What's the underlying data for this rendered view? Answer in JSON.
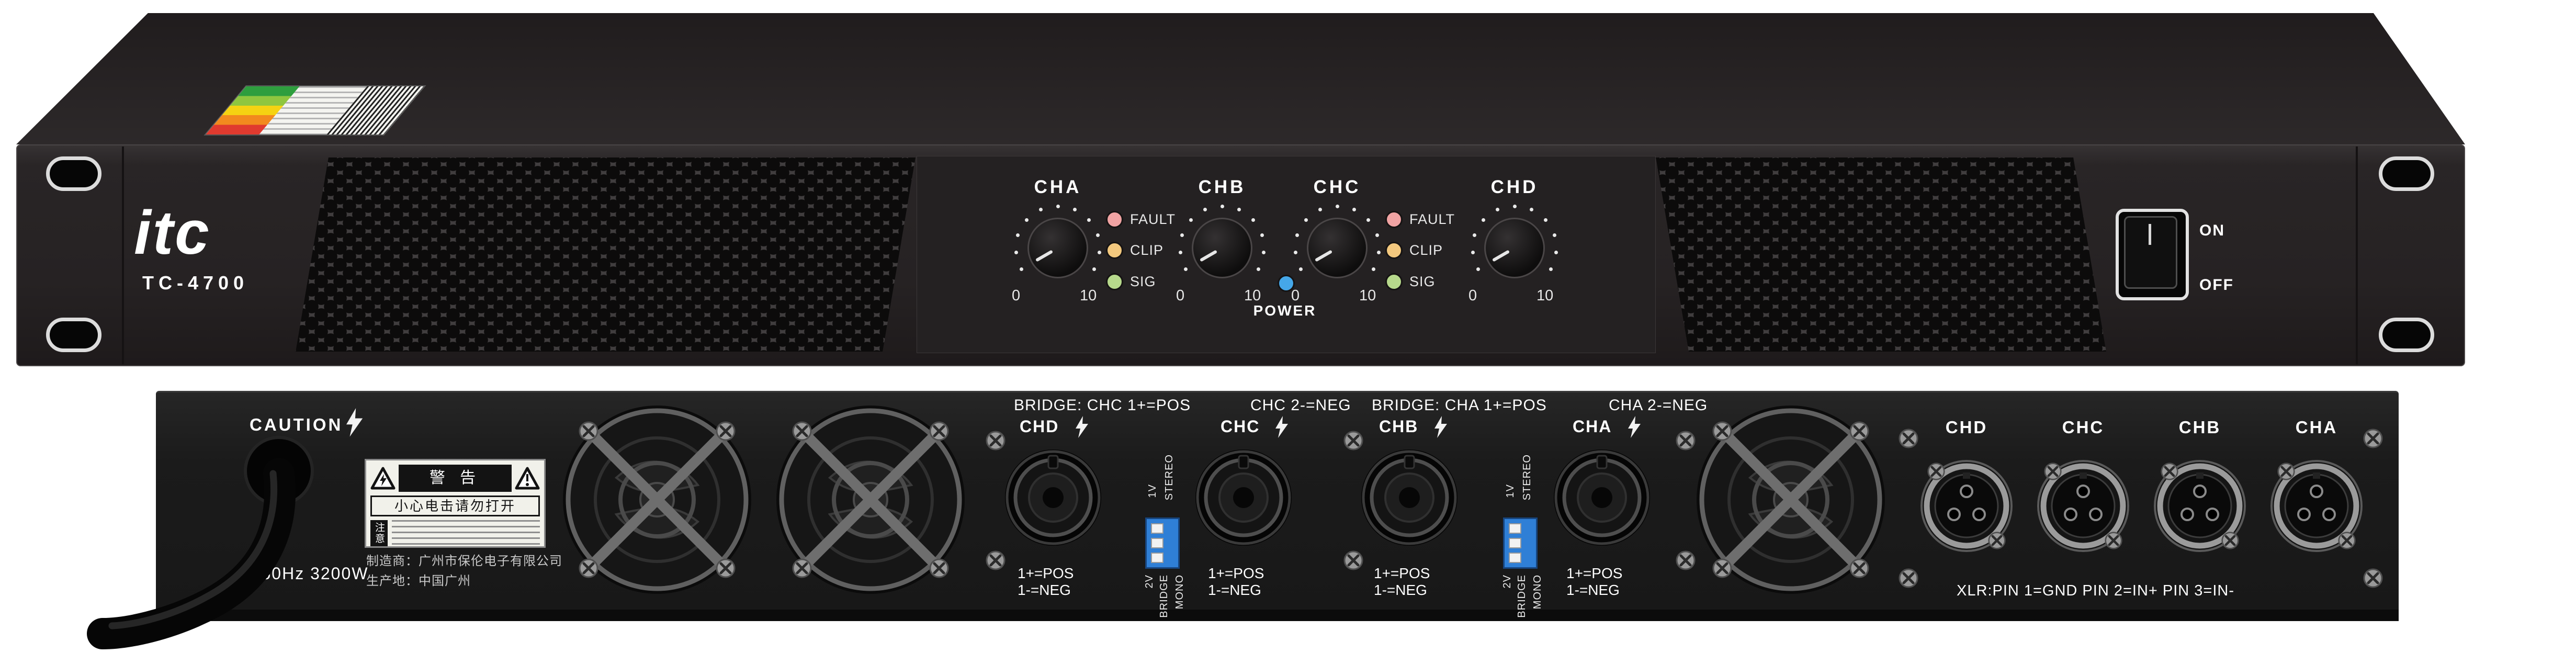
{
  "colors": {
    "chassis": "#262223",
    "led_fault": "#f0a3a3",
    "led_clip": "#f3c87e",
    "led_sig": "#b7d98c",
    "led_power_blue": "#45a7e8",
    "dip_blue": "#2f7fd6"
  },
  "front": {
    "brand": "itc",
    "model": "TC-4700",
    "channels": [
      "CHA",
      "CHB",
      "CHC",
      "CHD"
    ],
    "knob_min": "0",
    "knob_max": "10",
    "led_labels": [
      "FAULT",
      "CLIP",
      "SIG"
    ],
    "power_label": "POWER",
    "switch_on": "ON",
    "switch_off": "OFF"
  },
  "rear": {
    "caution": "CAUTION",
    "power_rating": "50/60Hz 3200W",
    "bridge_group1": {
      "left": "BRIDGE: CHC 1+=POS",
      "right": "CHC 2-=NEG"
    },
    "bridge_group2": {
      "left": "BRIDGE: CHA 1+=POS",
      "right": "CHA 2-=NEG"
    },
    "speakon_channels": [
      "CHD",
      "CHC",
      "CHB",
      "CHA"
    ],
    "speakon_pos": "1+=POS",
    "speakon_neg": "1-=NEG",
    "dip_top_labels": [
      "1V",
      "STEREO"
    ],
    "dip_bottom_labels": [
      "2V",
      "BRIDGE",
      "MONO"
    ],
    "xlr_channels": [
      "CHD",
      "CHC",
      "CHB",
      "CHA"
    ],
    "xlr_note": "XLR:PIN 1=GND PIN 2=IN+ PIN 3=IN-",
    "warning_label": {
      "title": "警 告",
      "caption": "小心电击请勿打开",
      "note": "注意"
    },
    "manufacturer": "制造商：广州市保伦电子有限公司",
    "origin": "生产地：中国广州"
  }
}
